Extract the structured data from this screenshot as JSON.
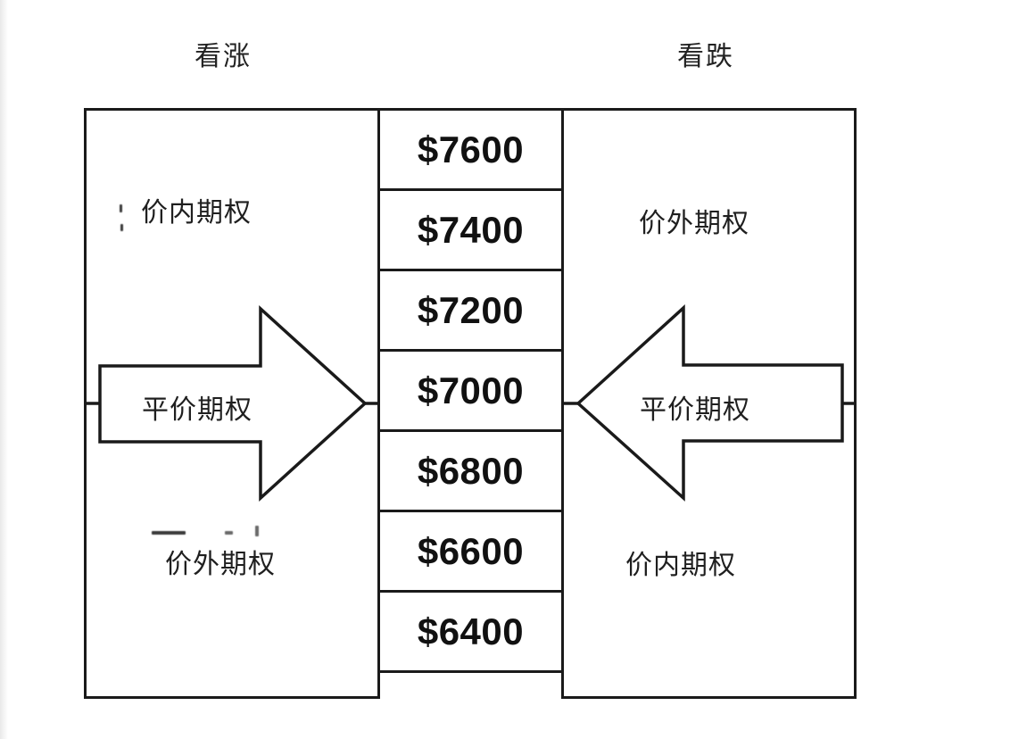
{
  "titles": {
    "bullish": "看涨",
    "bearish": "看跌"
  },
  "left_panel": {
    "top_label": "价内期权",
    "arrow_label": "平价期权",
    "bottom_label": "价外期权"
  },
  "right_panel": {
    "top_label": "价外期权",
    "arrow_label": "平价期权",
    "bottom_label": "价内期权"
  },
  "price_column": {
    "prices": [
      "$7600",
      "$7400",
      "$7200",
      "$7000",
      "$6800",
      "$6600",
      "$6400"
    ],
    "at_the_money_price": "$7000"
  },
  "colors": {
    "line": "#1a1a1a",
    "background": "#ffffff"
  }
}
